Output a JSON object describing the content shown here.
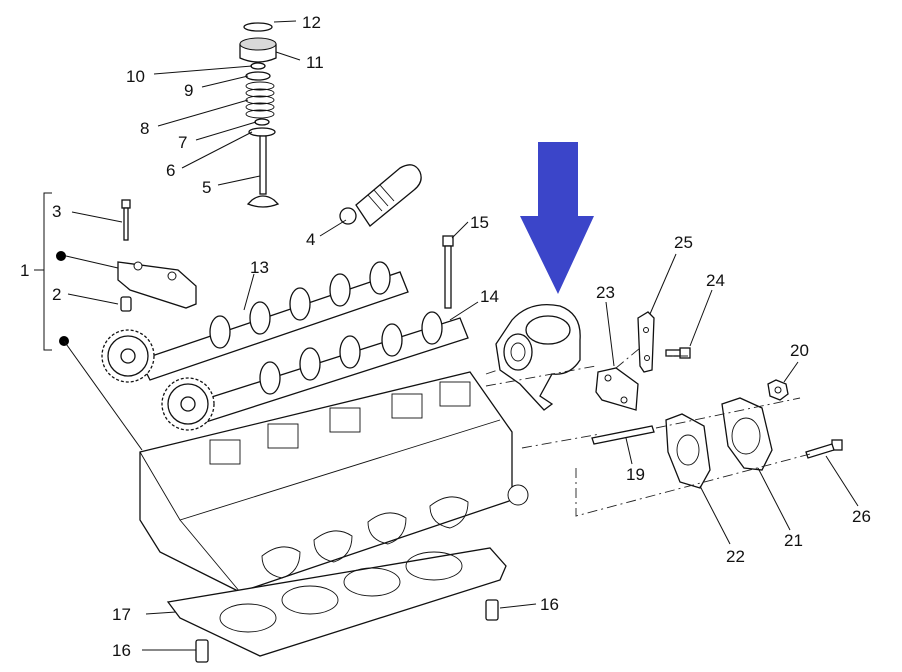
{
  "callouts": [
    "1",
    "2",
    "3",
    "4",
    "5",
    "6",
    "7",
    "8",
    "9",
    "10",
    "11",
    "12",
    "13",
    "14",
    "15",
    "16",
    "16",
    "17",
    "19",
    "20",
    "21",
    "22",
    "23",
    "24",
    "25",
    "26"
  ],
  "arrow_color": "#3b45c9"
}
